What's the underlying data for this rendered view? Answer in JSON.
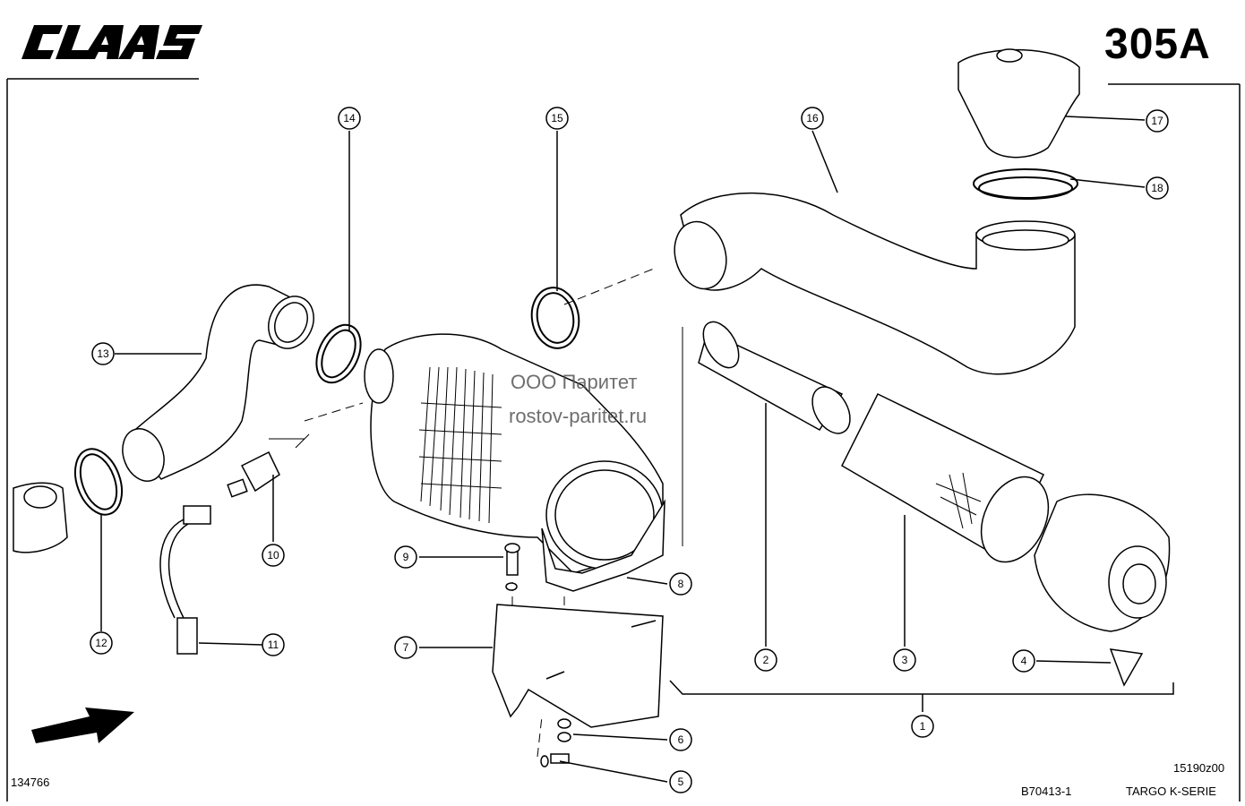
{
  "header": {
    "brand": "CLAAS",
    "page_number": "305A"
  },
  "footer": {
    "left_code": "134766",
    "drawing_ref": "B70413-1",
    "figure_code": "15190z00",
    "series": "TARGO K-SERIE"
  },
  "watermark": {
    "line1": "ООО Паритет",
    "line2": "rostov-paritet.ru"
  },
  "callouts": [
    "1",
    "2",
    "3",
    "4",
    "5",
    "6",
    "7",
    "8",
    "9",
    "10",
    "11",
    "12",
    "13",
    "14",
    "15",
    "16",
    "17",
    "18"
  ]
}
